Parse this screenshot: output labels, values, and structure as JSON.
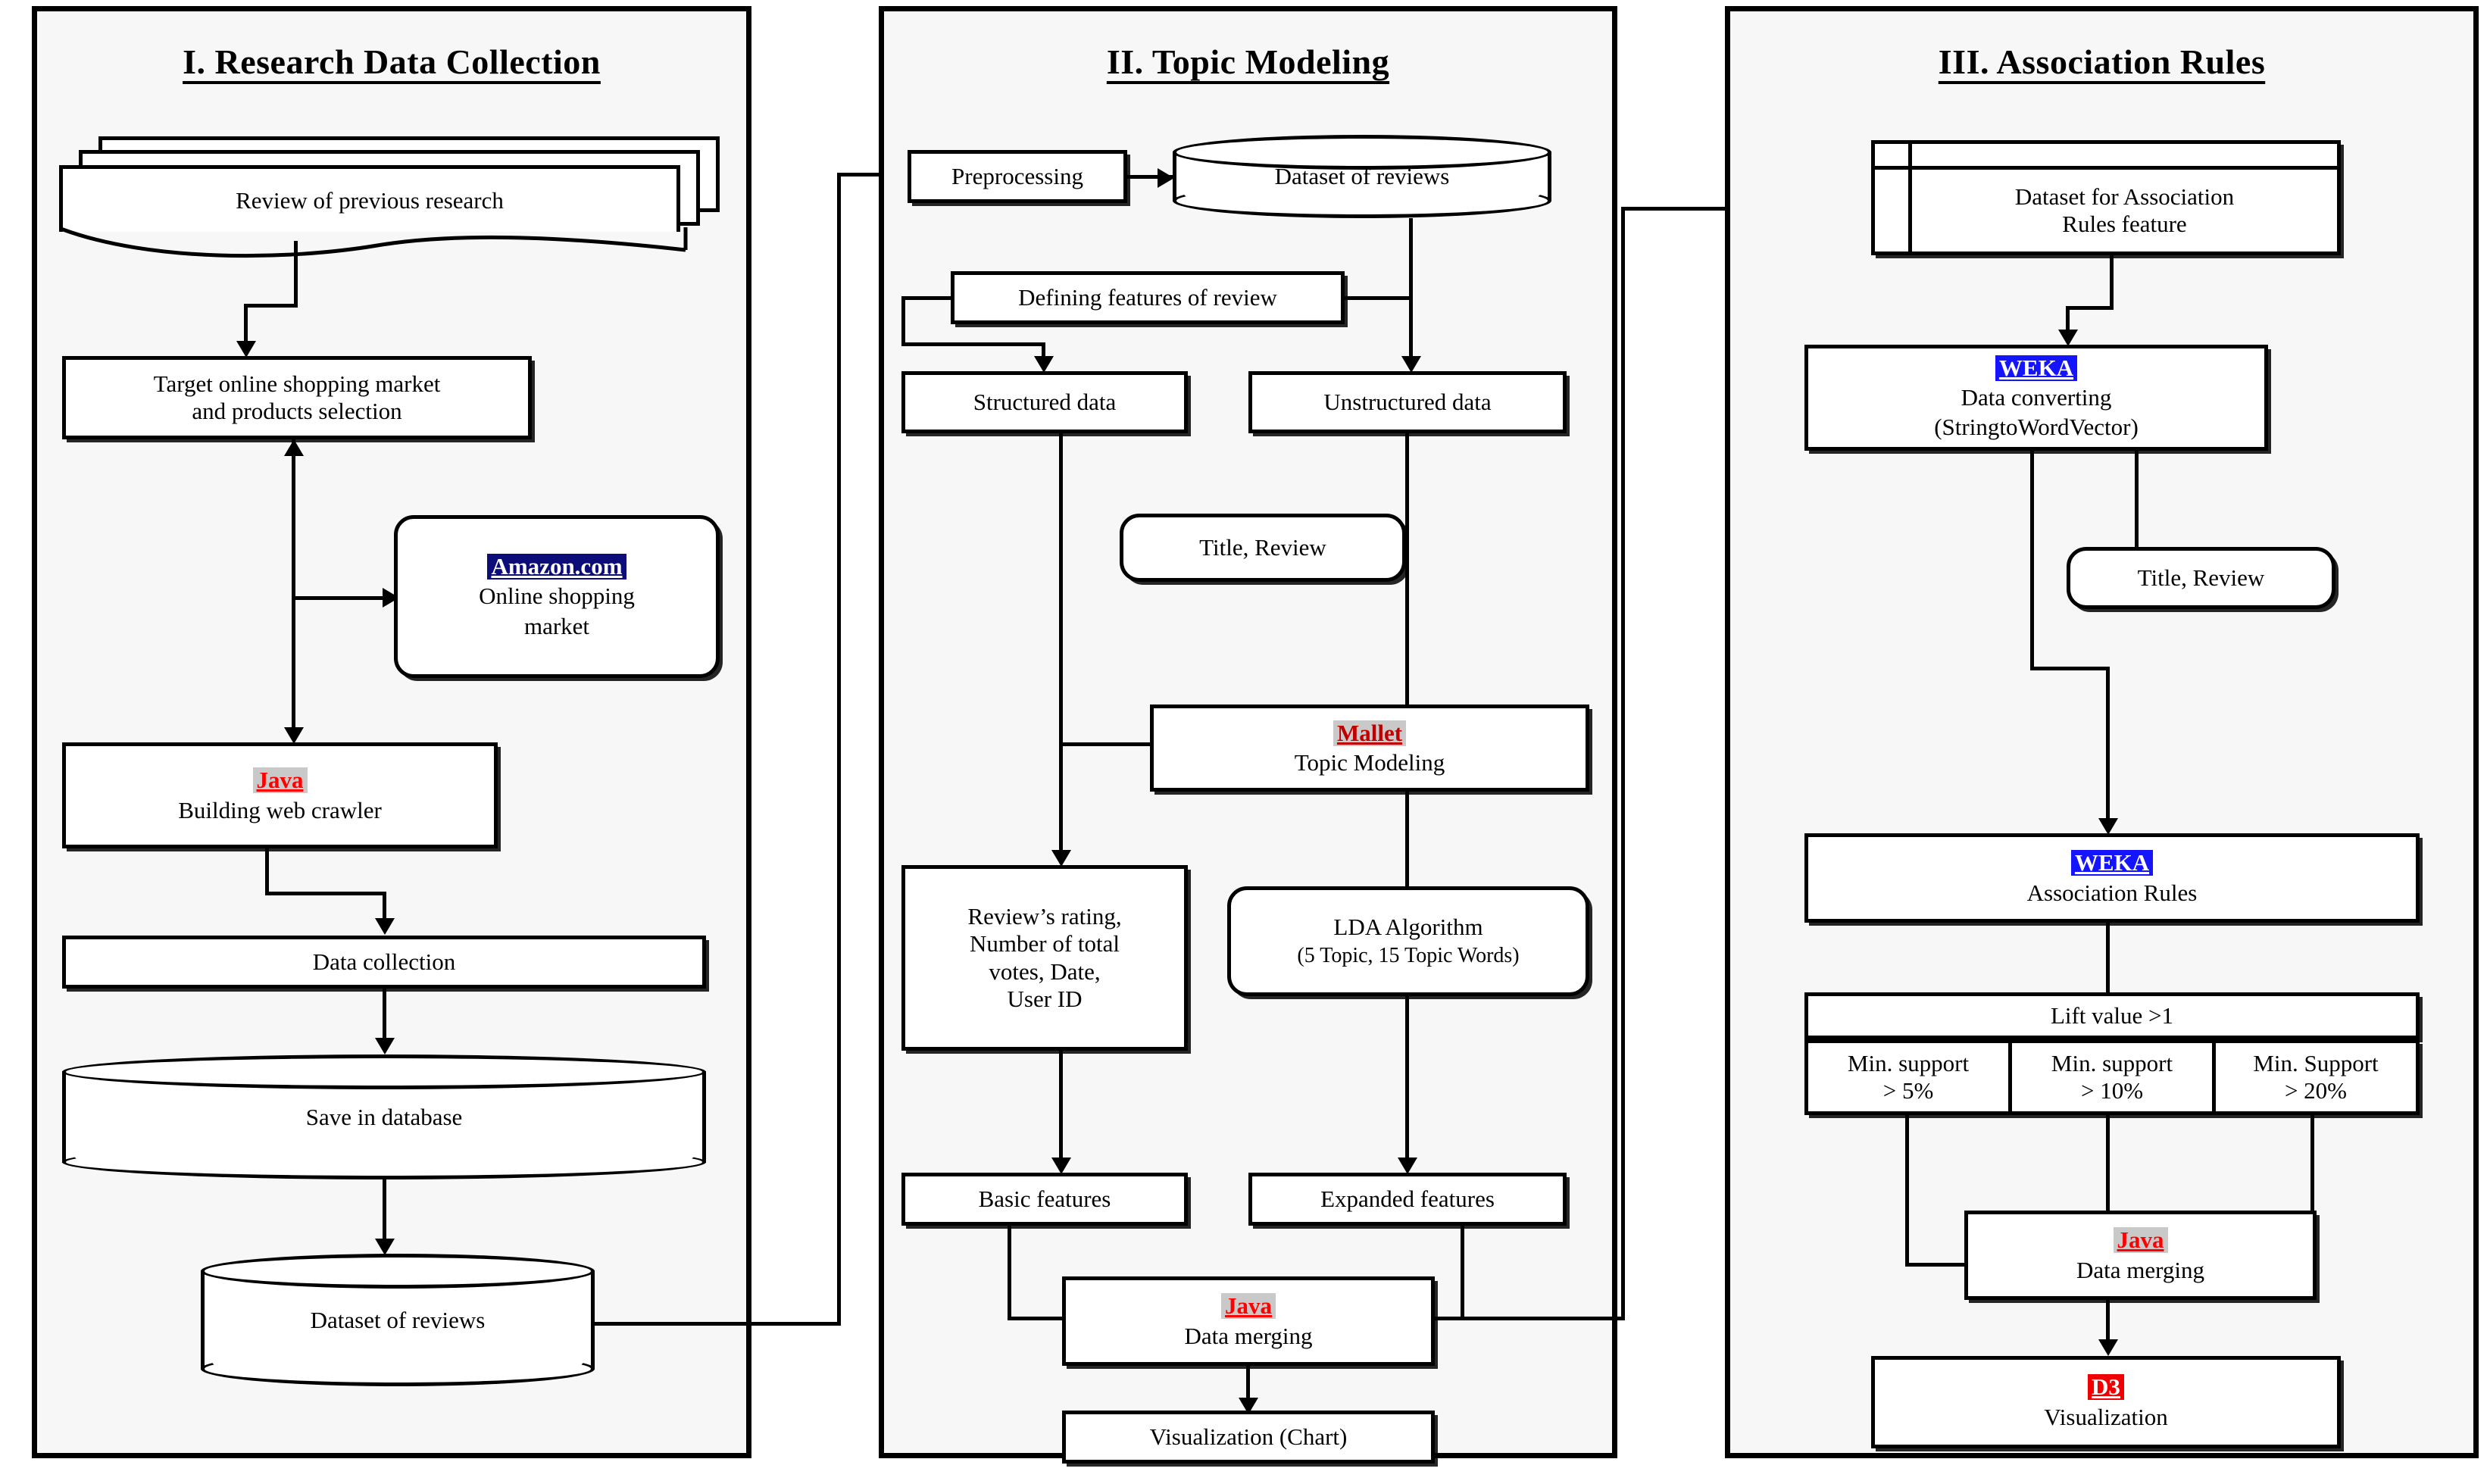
{
  "diagram": {
    "title": "Research methodology flowchart",
    "colors": {
      "panel_bg": "#f7f7f7",
      "node_border": "#000000",
      "java_text": "#ff0000",
      "java_bg": "#c9c9c9",
      "mallet_text": "#c00000",
      "mallet_bg": "#c9c9c9",
      "amazon_bg": "#0d0d7a",
      "weka_bg": "#1414ff",
      "d3_bg": "#f00000"
    }
  },
  "panels": [
    {
      "id": "p1",
      "title": "I. Research Data Collection"
    },
    {
      "id": "p2",
      "title": "II. Topic Modeling"
    },
    {
      "id": "p3",
      "title": "III. Association Rules"
    }
  ],
  "section1": {
    "review_docs": "Review of previous research",
    "target_market": "Target online shopping market and products selection",
    "target_market_line1": "Target online shopping market",
    "target_market_line2": "and products selection",
    "amazon_tag": "Amazon.com",
    "amazon_sub_line1": "Online shopping",
    "amazon_sub_line2": "market",
    "java_tag": "Java",
    "crawler_sub": "Building web crawler",
    "data_collection": "Data collection",
    "save_db": "Save in database",
    "dataset_reviews": "Dataset of reviews"
  },
  "section2": {
    "preprocessing": "Preprocessing",
    "dataset_reviews": "Dataset of reviews",
    "defining_features": "Defining features of review",
    "structured": "Structured data",
    "unstructured": "Unstructured data",
    "title_review": "Title, Review",
    "mallet_tag": "Mallet",
    "mallet_sub": "Topic Modeling",
    "review_meta_line1": "Review’s rating,",
    "review_meta_line2": "Number of total",
    "review_meta_line3": "votes, Date,",
    "review_meta_line4": "User ID",
    "lda_line1": "LDA Algorithm",
    "lda_line2": "(5 Topic, 15 Topic Words)",
    "basic_features": "Basic features",
    "expanded_features": "Expanded features",
    "java_tag": "Java",
    "merging_sub": "Data merging",
    "visualization": "Visualization (Chart)"
  },
  "section3": {
    "dataset_ar_line1": "Dataset for Association",
    "dataset_ar_line2": "Rules feature",
    "weka_tag": "WEKA",
    "convert_line1": "Data converting",
    "convert_line2": "(StringtoWordVector)",
    "title_review": "Title, Review",
    "weka_tag2": "WEKA",
    "assoc_rules_sub": "Association Rules",
    "lift_value": "Lift value >1",
    "support": [
      {
        "line1": "Min. support",
        "line2": "> 5%"
      },
      {
        "line1": "Min. support",
        "line2": "> 10%"
      },
      {
        "line1": "Min. Support",
        "line2": "> 20%"
      }
    ],
    "java_tag": "Java",
    "merging_sub": "Data merging",
    "d3_tag": "D3",
    "visualization_sub": "Visualization"
  }
}
